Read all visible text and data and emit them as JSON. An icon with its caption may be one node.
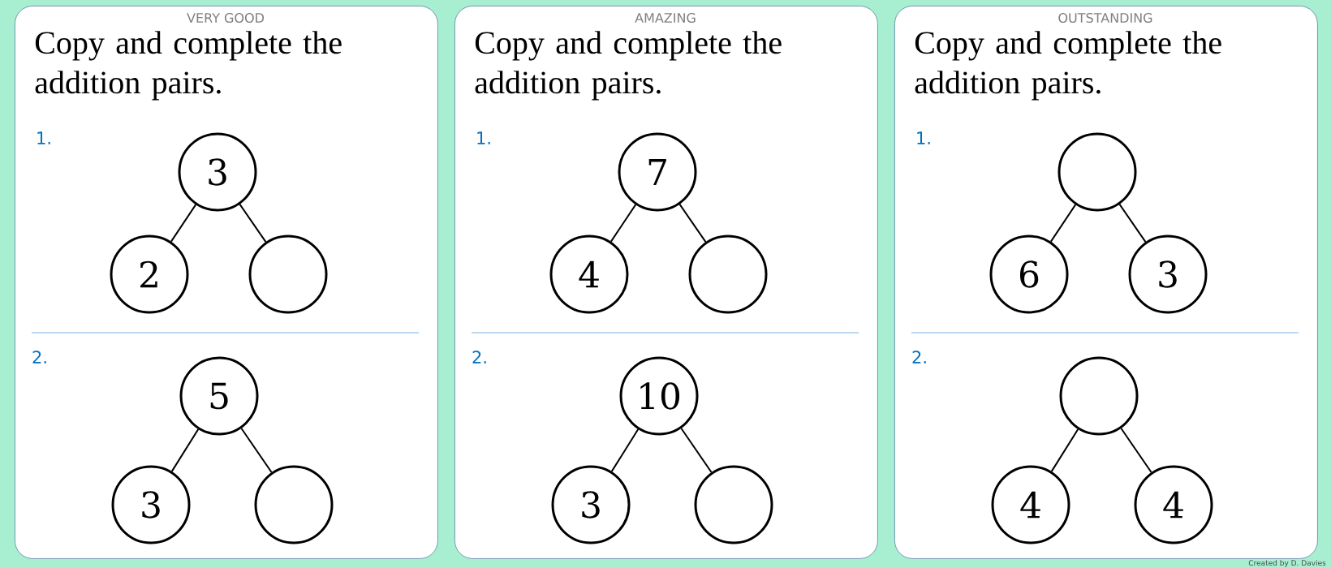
{
  "diagram": {
    "nodes": [
      {
        "text": [
          "VERY GOOD",
          "Copy and complete the addition pairs.",
          "1.",
          "2."
        ]
      },
      {
        "text": [
          "3"
        ],
        "in": 0
      },
      {
        "text": [
          "2"
        ],
        "in": 0
      },
      {
        "text": [],
        "shape": "circle",
        "in": 0
      },
      {
        "text": [
          "5"
        ],
        "in": 0
      },
      {
        "text": [
          "3"
        ],
        "in": 0
      },
      {
        "text": [],
        "shape": "circle",
        "in": 0
      },
      {
        "text": [
          "AMAZING",
          "Copy and complete the addition pairs.",
          "1.",
          "2."
        ]
      },
      {
        "text": [
          "7"
        ],
        "in": 7
      },
      {
        "text": [
          "4"
        ],
        "in": 7
      },
      {
        "text": [],
        "shape": "circle",
        "in": 7
      },
      {
        "text": [
          "10"
        ],
        "in": 7
      },
      {
        "text": [
          "3"
        ],
        "in": 7
      },
      {
        "text": [],
        "shape": "circle",
        "in": 7
      },
      {
        "text": [
          "OUTSTANDING",
          "Copy and complete the addition pairs.",
          "1.",
          "2."
        ]
      },
      {
        "text": [],
        "shape": "circle",
        "in": 14
      },
      {
        "text": [
          "6"
        ],
        "in": 14
      },
      {
        "text": [
          "3"
        ],
        "in": 14
      },
      {
        "text": [],
        "shape": "circle",
        "in": 14
      },
      {
        "text": [
          "4"
        ],
        "in": 14
      },
      {
        "text": [
          "4"
        ],
        "in": 14
      }
    ],
    "edges": [
      {
        "from": 1,
        "to": 2,
        "arrow": "none"
      },
      {
        "from": 1,
        "to": 3,
        "arrow": "none"
      },
      {
        "from": 4,
        "to": 5,
        "arrow": "none"
      },
      {
        "from": 4,
        "to": 6,
        "arrow": "none"
      },
      {
        "from": 8,
        "to": 9,
        "arrow": "none"
      },
      {
        "from": 8,
        "to": 10,
        "arrow": "none"
      },
      {
        "from": 11,
        "to": 12,
        "arrow": "none"
      },
      {
        "from": 11,
        "to": 13,
        "arrow": "none"
      },
      {
        "from": 15,
        "to": 16,
        "arrow": "none"
      },
      {
        "from": 15,
        "to": 17,
        "arrow": "none"
      },
      {
        "from": 18,
        "to": 19,
        "arrow": "none"
      },
      {
        "from": 18,
        "to": 20,
        "arrow": "none"
      }
    ],
    "labels": [
      "Created by D. Davies"
    ]
  }
}
